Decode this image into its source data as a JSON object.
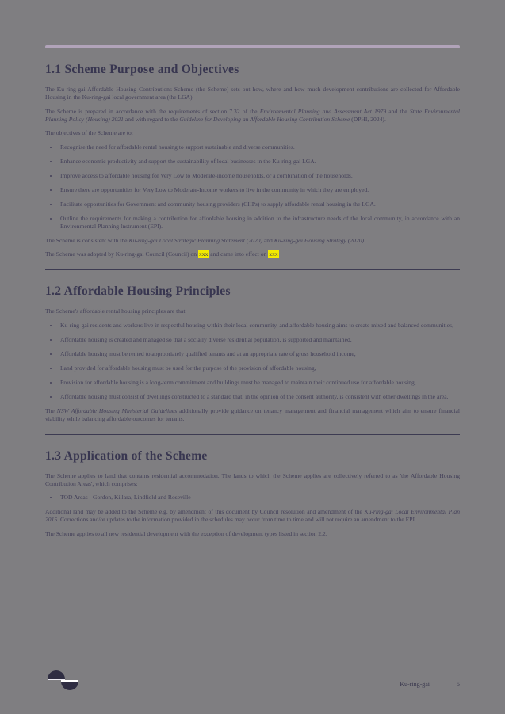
{
  "page": {
    "background_color": "#7f7e81",
    "text_color": "#434059",
    "accent_bar_color": "#b1a3b9",
    "highlight_color": "#f2ea00"
  },
  "s11": {
    "heading": "1.1 Scheme Purpose and Objectives",
    "para1": "The Ku-ring-gai Affordable Housing Contributions Scheme (the Scheme) sets out how, where and how much development contributions are collected for Affordable Housing in the Ku-ring-gai local government area (the LGA).",
    "para2": [
      "The Scheme is prepared in accordance with the requirements of section 7.32 of the ",
      "Environmental Planning and Assessment Act 1979",
      " and the ",
      "State Environmental Planning Policy (Housing) 2021",
      " and with regard to the ",
      "Guideline for Developing an Affordable Housing Contribution Scheme",
      " (DPHI, 2024)."
    ],
    "objectives_intro": "The objectives of the Scheme are to:",
    "bullets": [
      "Recognise the need for affordable rental housing to support sustainable and diverse communities.",
      "Enhance economic productivity and support the sustainability of local businesses in the Ku-ring-gai LGA.",
      "Improve access to affordable housing for Very Low to Moderate-income households, or a combination of the households.",
      "Ensure there are opportunities for Very Low to Moderate-Income workers to live in the community in which they are employed.",
      "Facilitate opportunities for Government and community housing providers (CHPs) to supply affordable rental housing in the LGA.",
      "Outline the requirements for making a contribution for affordable housing in addition to the infrastructure needs of the local community, in accordance with an Environmental Planning Instrument (EPI)."
    ],
    "consistent": [
      "The Scheme is consistent with the ",
      "Ku-ring-gai Local Strategic Planning Statement (2020)",
      " and ",
      "Ku-ring-gai Housing Strategy (2020)",
      "."
    ],
    "adopted": [
      "The Scheme was adopted by Ku-ring-gai Council (Council) on ",
      "xxx",
      " and came into effect on ",
      "xxx"
    ]
  },
  "s12": {
    "heading": "1.2 Affordable Housing Principles",
    "intro": "The Scheme's affordable rental housing principles are that:",
    "bullets": [
      "Ku-ring-gai residents and workers live in respectful housing within their local community, and affordable housing aims to create mixed and balanced communities,",
      "Affordable housing is created and managed so that a socially diverse residential population, is supported and maintained,",
      "Affordable housing must be rented to appropriately qualified tenants and at an appropriate rate of gross household income,",
      "Land provided for affordable housing must be used for the purpose of the provision of affordable housing,",
      "Provision for affordable housing is a long-term commitment and buildings must be managed to maintain their continued use for affordable housing,",
      "Affordable housing must consist of dwellings constructed to a standard that, in the opinion of the consent authority, is consistent with other dwellings in the area."
    ],
    "para2": [
      "The ",
      "NSW Affordable Housing Ministerial Guidelines",
      " additionally provide guidance on tenancy management and financial management which aim to ensure financial viability while balancing affordable outcomes for tenants."
    ]
  },
  "s13": {
    "heading": "1.3 Application of the Scheme",
    "para1": "The Scheme applies to land that contains residential accommodation. The lands to which the Scheme applies are collectively referred to as 'the Affordable Housing Contribution Areas', which comprises:",
    "bullets": [
      "TOD Areas - Gordon, Killara, Lindfield and Roseville"
    ],
    "para2": [
      "Additional land may be added to the Scheme e.g. by amendment of this document by Council resolution and amendment of the ",
      "Ku-ring-gai Local Environmental Plan 2015",
      ". Corrections and/or updates to the information provided in the schedules may occur from time to time and will not require an amendment to the EPI."
    ],
    "para3": "The Scheme applies to all new residential development with the exception of development types listed in section 2.2."
  },
  "footer": {
    "site_name": "Ku-ring-gai",
    "page_number": "5",
    "logo_icon": "wave-logo-icon",
    "logo_color": "#2f2d42"
  }
}
